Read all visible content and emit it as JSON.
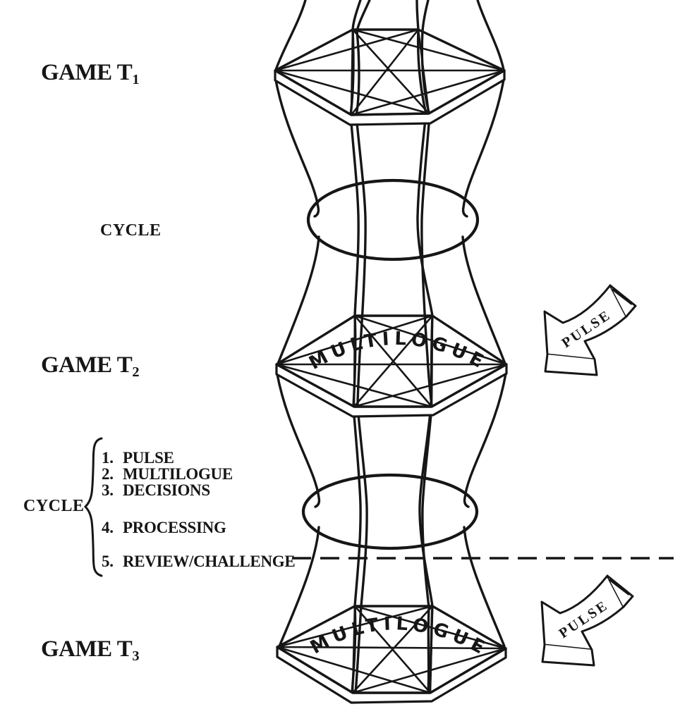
{
  "colors": {
    "ink": "#161616",
    "paper": "#ffffff"
  },
  "labels": {
    "game_t1": {
      "text": "GAME T",
      "sub": "1"
    },
    "game_t2": {
      "text": "GAME T",
      "sub": "2"
    },
    "game_t3": {
      "text": "GAME T",
      "sub": "3"
    },
    "cycle_upper": "CYCLE",
    "cycle_lower": "CYCLE"
  },
  "cycle_steps": [
    {
      "num": "1.",
      "label": "PULSE"
    },
    {
      "num": "2.",
      "label": "MULTILOGUE"
    },
    {
      "num": "3.",
      "label": "DECISIONS"
    },
    {
      "num": "4.",
      "label": "PROCESSING"
    },
    {
      "num": "5.",
      "label": "REVIEW/CHALLENGE"
    }
  ],
  "platforms": {
    "t2": "MULTILOGUE",
    "t3": "MULTILOGUE"
  },
  "arrows": {
    "pulse_upper": "PULSE",
    "pulse_lower": "PULSE"
  }
}
